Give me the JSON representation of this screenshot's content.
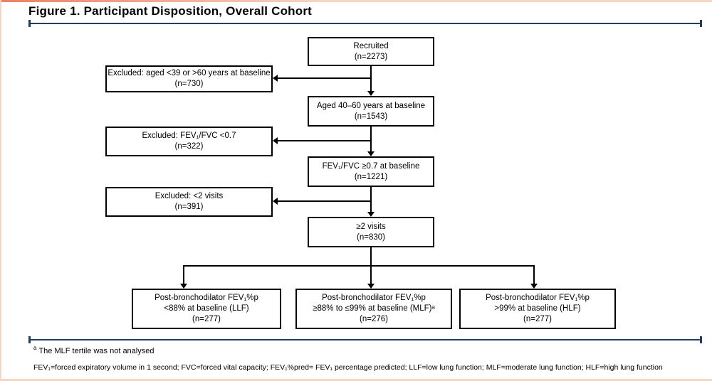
{
  "title": "Figure 1. Participant Disposition, Overall Cohort",
  "colors": {
    "navy": "#223d60",
    "peach": "#f8d5c1",
    "peach-strong": "#ec7f63"
  },
  "flowchart": {
    "main": [
      {
        "line1": "Recruited",
        "line2": "(n=2273)"
      },
      {
        "line1": "Aged 40–60 years at baseline",
        "line2": "(n=1543)"
      },
      {
        "line1": "FEV₁/FVC ≥0.7 at baseline",
        "line2": "(n=1221)"
      },
      {
        "line1": "≥2 visits",
        "line2": "(n=830)"
      }
    ],
    "excluded": [
      {
        "line1": "Excluded: aged <39 or >60 years at baseline",
        "line2": "(n=730)"
      },
      {
        "line1": "Excluded: FEV₁/FVC <0.7",
        "line2": "(n=322)"
      },
      {
        "line1": "Excluded: <2 visits",
        "line2": "(n=391)"
      }
    ],
    "outcomes": [
      {
        "line1": "Post-bronchodilator FEV₁%p",
        "line2": "<88% at baseline (LLF)",
        "line3": "(n=277)"
      },
      {
        "line1": "Post-bronchodilator FEV₁%p",
        "line2": "≥88% to ≤99% at baseline (MLF)ᵃ",
        "line3": "(n=276)"
      },
      {
        "line1": "Post-bronchodilator FEV₁%p",
        "line2": ">99% at baseline (HLF)",
        "line3": "(n=277)"
      }
    ]
  },
  "footnotes": {
    "marker": "a",
    "note": "The MLF tertile was not analysed",
    "abbreviations": "FEV₁=forced expiratory volume in 1 second; FVC=forced vital capacity; FEV₁%pred= FEV₁ percentage predicted; LLF=low lung function; MLF=moderate lung function; HLF=high lung function"
  }
}
